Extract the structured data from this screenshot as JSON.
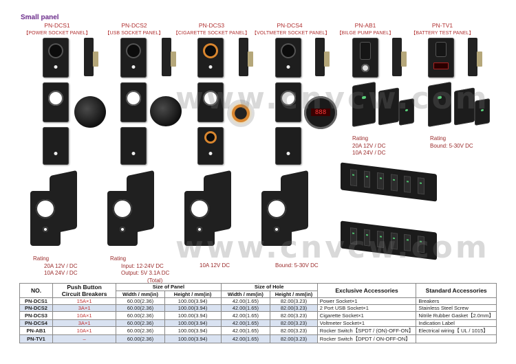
{
  "section_title": "Small panel",
  "models": [
    {
      "code": "PN-DCS1",
      "desc": "【POWER SOCKET PANEL】"
    },
    {
      "code": "PN-DCS2",
      "desc": "【USB SOCKET PANEL】"
    },
    {
      "code": "PN-DCS3",
      "desc": "【CIGARETTE SOCKET PANEL】"
    },
    {
      "code": "PN-DCS4",
      "desc": "【VOLTMETER SOCKET PANEL】"
    },
    {
      "code": "PN-AB1",
      "desc": "【BILGE PUMP  PANEL】"
    },
    {
      "code": "PN-TV1",
      "desc": "【BATTERY TEST  PANEL】"
    }
  ],
  "voltmeter_display": "888",
  "watermark": "www.cnvcw.com",
  "ratings": {
    "ab1": {
      "label": "Rating ",
      "lines": [
        "20A 12V / DC",
        "10A 24V / DC"
      ]
    },
    "tv1": {
      "label": "Rating ",
      "lines": [
        "Bound: 5-30V DC"
      ]
    },
    "dcs1": {
      "label": "Rating ",
      "lines": [
        "20A 12V / DC",
        "10A 24V / DC"
      ]
    },
    "dcs2": {
      "label": "Rating ",
      "lines": [
        "Input: 12-24V DC",
        "Output: 5V  3.1A DC",
        "(Total)"
      ]
    },
    "dcs3": {
      "lines": [
        "10A 12V DC"
      ]
    },
    "dcs4": {
      "lines": [
        "Bound: 5-30V DC"
      ]
    }
  },
  "table": {
    "headers": {
      "no": "NO.",
      "push_button": "Push Button",
      "circuit_breakers": "Circuit Breakers",
      "panel_size": "Size of Panel",
      "hole_size": "Size of Hole",
      "width": "Width / mm(in)",
      "height": "Height / mm(in)",
      "exclusive": "Exclusive Accessories",
      "standard": "Standard Accessories"
    },
    "rows": [
      {
        "no": "PN-DCS1",
        "pb": "15A×1",
        "pw": "60.00(2.36)",
        "ph": "100.00(3.94)",
        "hw": "42.00(1.65)",
        "hh": "82.00(3.23)",
        "ex": "Power Socket×1",
        "st": "Breakers"
      },
      {
        "no": "PN-DCS2",
        "pb": "3A×1",
        "pw": "60.00(2.36)",
        "ph": "100.00(3.94)",
        "hw": "42.00(1.65)",
        "hh": "82.00(3.23)",
        "ex": "2 Port USB Socket×1",
        "st": "Stainless Steel Screw"
      },
      {
        "no": "PN-DCS3",
        "pb": "10A×1",
        "pw": "60.00(2.36)",
        "ph": "100.00(3.94)",
        "hw": "42.00(1.65)",
        "hh": "82.00(3.23)",
        "ex": "Cigarette Socket×1",
        "st": "Nitrile Rubber Gasket【2.0mm】"
      },
      {
        "no": "PN-DCS4",
        "pb": "3A×1",
        "pw": "60.00(2.36)",
        "ph": "100.00(3.94)",
        "hw": "42.00(1.65)",
        "hh": "82.00(3.23)",
        "ex": "Voltmeter Socket×1",
        "st": "Indication Label"
      },
      {
        "no": "PN-AB1",
        "pb": "10A×1",
        "pw": "60.00(2.36)",
        "ph": "100.00(3.94)",
        "hw": "42.00(1.65)",
        "hh": "82.00(3.23)",
        "ex": "Rocker Switch【SPDT / (ON)-OFF-ON】",
        "st": "Electrical wiring【 UL / 1015】"
      },
      {
        "no": "PN-TV1",
        "pb": "–",
        "pw": "60.00(2.36)",
        "ph": "100.00(3.94)",
        "hw": "42.00(1.65)",
        "hh": "82.00(3.23)",
        "ex": "Rocker Switch【DPDT / ON-OFF-ON】",
        "st": ""
      }
    ]
  }
}
